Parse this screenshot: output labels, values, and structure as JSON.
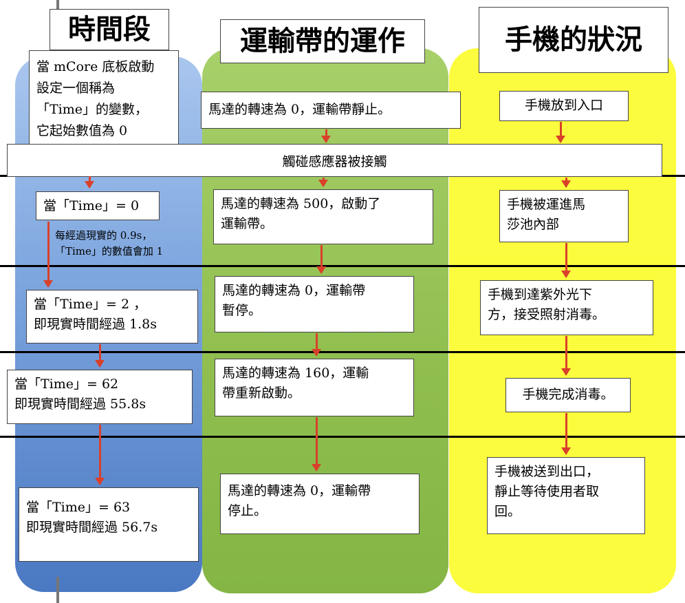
{
  "titles": {
    "time": "時間段",
    "belt": "運輸帶的運作",
    "phone": "手機的狀況"
  },
  "sensor_bar": "觸碰感應器被接觸",
  "time_lane": {
    "init": "當 mCore 底板啟動\n設定一個稱為\n「Time」的變數，\n它起始數值為 0",
    "step1": "當「Time」= 0",
    "note": "每經過現實的 0.9s，\n「Time」的數值會加 1",
    "step2": "當「Time」= 2 ，\n即現實時間經過 1.8s",
    "step3": "當「Time」= 62\n即現實時間經過 55.8s",
    "step4": "當「Time」= 63\n即現實時間經過 56.7s"
  },
  "belt_lane": {
    "step0": "馬達的轉速為 0，運輸帶靜止。",
    "step1": "馬達的轉速為 500，啟動了\n運輸帶。",
    "step2": "馬達的轉速為 0，運輸帶\n暫停。",
    "step3": "馬達的轉速為 160，運輸\n帶重新啟動。",
    "step4": "馬達的轉速為 0，運輸帶\n停止。"
  },
  "phone_lane": {
    "step0": "手機放到入口",
    "step1": "手機被運進馬\n莎池內部",
    "step2": "手機到達紫外光下\n方，接受照射消毒。",
    "step3": "手機完成消毒。",
    "step4": "手機被送到出口，\n靜止等待使用者取\n回。"
  },
  "colors": {
    "time_lane": "#7aa3dd",
    "belt_lane": "#8fbe4e",
    "phone_lane": "#fcfc3e",
    "arrow": "#d9402a"
  }
}
